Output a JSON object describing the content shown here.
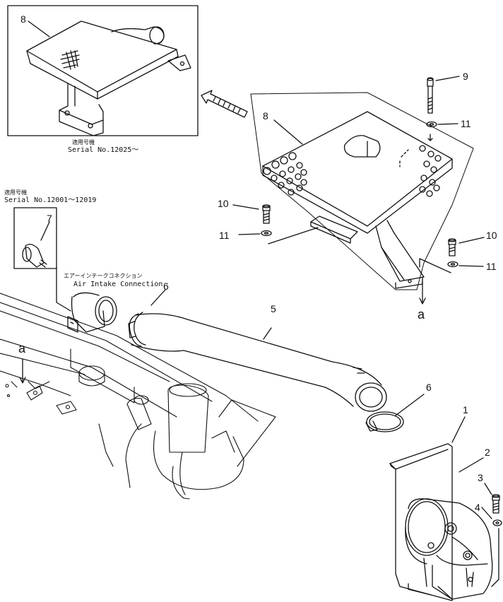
{
  "callouts": {
    "c1": "1",
    "c2": "2",
    "c3": "3",
    "c4": "4",
    "c5": "5",
    "c6a": "6",
    "c6b": "6",
    "c7": "7",
    "c8a": "8",
    "c8b": "8",
    "c9": "9",
    "c10a": "10",
    "c10b": "10",
    "c11a": "11",
    "c11b": "11",
    "c11c": "11"
  },
  "markers": {
    "a_right": "a",
    "a_left": "a"
  },
  "inset_top": {
    "jp": "適用号機",
    "serial": "Serial No.12025～"
  },
  "inset_left": {
    "jp": "適用号機",
    "serial": "Serial No.12001～12019"
  },
  "connection": {
    "jp": "エアーインテークコネクション",
    "en": "Air Intake Connection"
  }
}
